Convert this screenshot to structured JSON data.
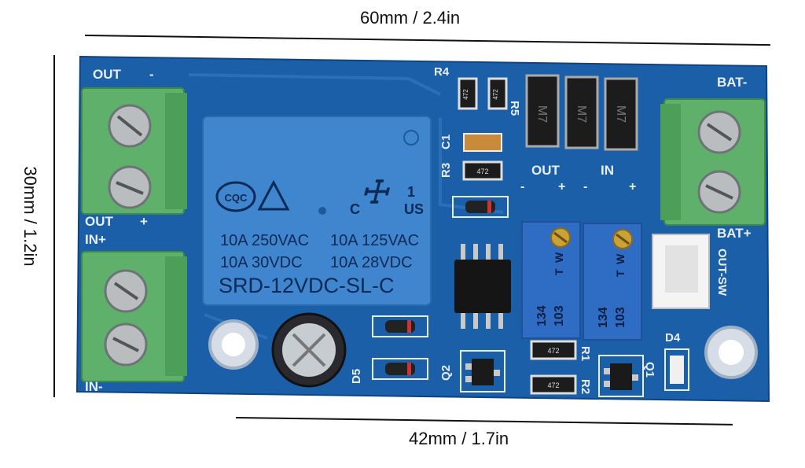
{
  "dimensions": {
    "top": "60mm / 2.4in",
    "left": "30mm / 1.2in",
    "bottom": "42mm / 1.7in"
  },
  "board": {
    "silkscreen": {
      "out_minus": "OUT",
      "out_minus_sign": "-",
      "out_plus": "OUT",
      "out_plus_sign": "+",
      "in_plus": "IN+",
      "in_minus": "IN-",
      "bat_minus": "BAT-",
      "bat_plus": "BAT+",
      "out_sw": "OUT-SW",
      "out_pot": "OUT",
      "in_pot": "IN",
      "r4": "R4",
      "r5": "R5",
      "r3": "R3",
      "c1": "C1",
      "r1": "R1",
      "r2": "R2",
      "q1": "Q1",
      "q2": "Q2",
      "d4": "D4",
      "d5": "D5",
      "pot_minus_1": "-",
      "pot_plus_1": "+",
      "pot_minus_2": "-",
      "pot_plus_2": "+"
    },
    "relay": {
      "cert_left": "CQC",
      "ul_text": "US",
      "ul_c": "C",
      "ul_one": "1",
      "rating_1a": "10A  250VAC",
      "rating_1b": "10A  125VAC",
      "rating_2a": "10A  30VDC",
      "rating_2b": "10A  28VDC",
      "model": "SRD-12VDC-SL-C"
    },
    "diodes": {
      "m7": "M7"
    },
    "resistors": {
      "code": "472"
    },
    "potentiometers": {
      "label_t": "T",
      "label_w": "W",
      "code_1": "134",
      "code_2": "103"
    },
    "colors": {
      "pcb": "#1b5fa8",
      "terminal": "#5fb06a",
      "relay": "#3f86cf"
    }
  }
}
